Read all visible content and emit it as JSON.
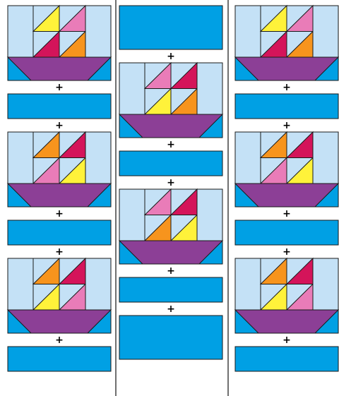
{
  "plus_label": "+",
  "colors": {
    "sky": "#c4e1f6",
    "strip": "#00a0e4",
    "hull": "#8c3f96",
    "yellow": "#fff23a",
    "pink": "#e97cb8",
    "red": "#d4145a",
    "orange": "#f7941d",
    "outline": "#1a1a1a",
    "divider": "#333333",
    "background": "#ffffff"
  },
  "columns": [
    {
      "name": "left",
      "pieces": [
        {
          "type": "boat",
          "sails": [
            "yellow",
            "pink",
            "red",
            "orange"
          ]
        },
        {
          "type": "plus"
        },
        {
          "type": "strip"
        },
        {
          "type": "plus"
        },
        {
          "type": "boat",
          "sails": [
            "orange",
            "red",
            "pink",
            "yellow"
          ]
        },
        {
          "type": "plus"
        },
        {
          "type": "strip"
        },
        {
          "type": "plus"
        },
        {
          "type": "boat",
          "sails": [
            "orange",
            "red",
            "yellow",
            "pink"
          ]
        },
        {
          "type": "plus"
        },
        {
          "type": "strip"
        }
      ]
    },
    {
      "name": "middle",
      "pieces": [
        {
          "type": "strip"
        },
        {
          "type": "plus"
        },
        {
          "type": "boat",
          "sails": [
            "pink",
            "red",
            "yellow",
            "orange"
          ]
        },
        {
          "type": "plus"
        },
        {
          "type": "strip"
        },
        {
          "type": "plus"
        },
        {
          "type": "boat",
          "sails": [
            "pink",
            "red",
            "orange",
            "yellow"
          ]
        },
        {
          "type": "plus"
        },
        {
          "type": "strip"
        },
        {
          "type": "plus"
        },
        {
          "type": "strip"
        }
      ]
    },
    {
      "name": "right",
      "pieces": [
        {
          "type": "boat",
          "sails": [
            "yellow",
            "pink",
            "red",
            "orange"
          ]
        },
        {
          "type": "plus"
        },
        {
          "type": "strip"
        },
        {
          "type": "plus"
        },
        {
          "type": "boat",
          "sails": [
            "orange",
            "red",
            "pink",
            "yellow"
          ]
        },
        {
          "type": "plus"
        },
        {
          "type": "strip"
        },
        {
          "type": "plus"
        },
        {
          "type": "boat",
          "sails": [
            "orange",
            "red",
            "yellow",
            "pink"
          ]
        },
        {
          "type": "plus"
        },
        {
          "type": "strip"
        }
      ]
    }
  ]
}
